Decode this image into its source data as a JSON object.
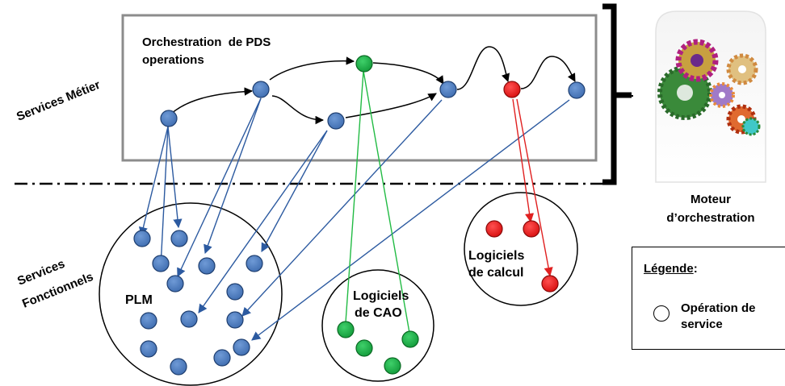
{
  "labels": {
    "orchestration_line1": "Orchestration  de PDS",
    "orchestration_line2": "operations",
    "services_metier": "Services Métier",
    "services_fonctionnels_line1": "Services",
    "services_fonctionnels_line2": "Fonctionnels",
    "plm": "PLM",
    "cao_line1": "Logiciels",
    "cao_line2": "de CAO",
    "calcul_line1": "Logiciels",
    "calcul_line2": "de calcul",
    "moteur_line1": "Moteur",
    "moteur_line2": "d’orchestration"
  },
  "legend": {
    "title": "Légende",
    "colon": ":",
    "item_line1": "Opération de",
    "item_line2": "service"
  },
  "colors": {
    "blue_node": "#4f7fc0",
    "blue_stroke": "#1f3f70",
    "green_node": "#1fae4a",
    "red_node": "#ee1c1c",
    "blue_link": "#3a66a8",
    "green_link": "#22bb44",
    "red_link": "#e02020"
  },
  "icons": {
    "engine": "gears-icon"
  }
}
